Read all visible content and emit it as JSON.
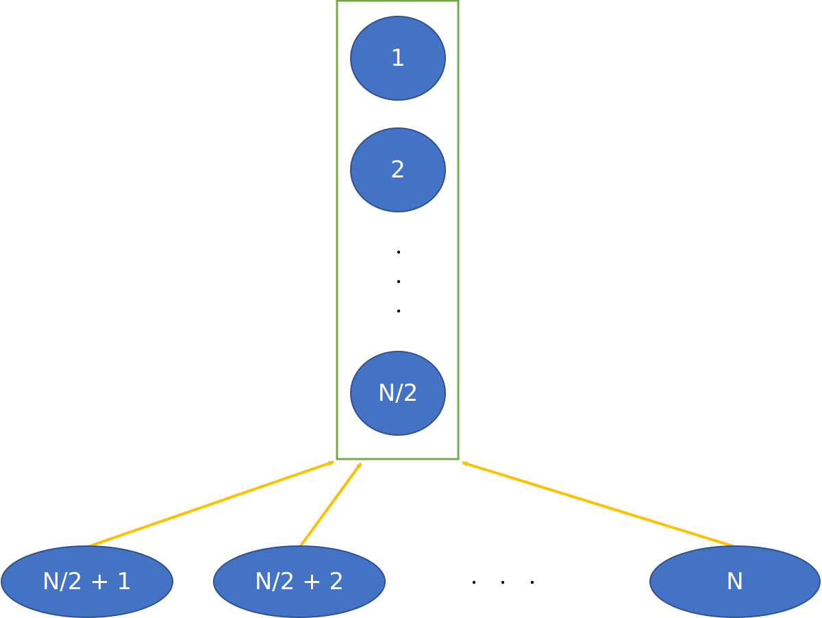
{
  "diagram": {
    "colors": {
      "node_fill": "#4472C4",
      "node_stroke": "#2F528F",
      "group_border": "#70AD47",
      "arrow": "#FFC000",
      "label": "#FFFFFF"
    },
    "group_nodes": [
      {
        "id": "node-1",
        "label": "1"
      },
      {
        "id": "node-2",
        "label": "2"
      },
      {
        "id": "node-n-half",
        "label": "N/2"
      }
    ],
    "bottom_nodes": [
      {
        "id": "node-n-half-plus-1",
        "label": "N/2 + 1"
      },
      {
        "id": "node-n-half-plus-2",
        "label": "N/2 + 2"
      },
      {
        "id": "node-n",
        "label": "N"
      }
    ],
    "edges": [
      {
        "from": "node-n-half-plus-1",
        "to": "group-box"
      },
      {
        "from": "node-n-half-plus-2",
        "to": "group-box"
      },
      {
        "from": "node-n",
        "to": "group-box"
      }
    ]
  }
}
